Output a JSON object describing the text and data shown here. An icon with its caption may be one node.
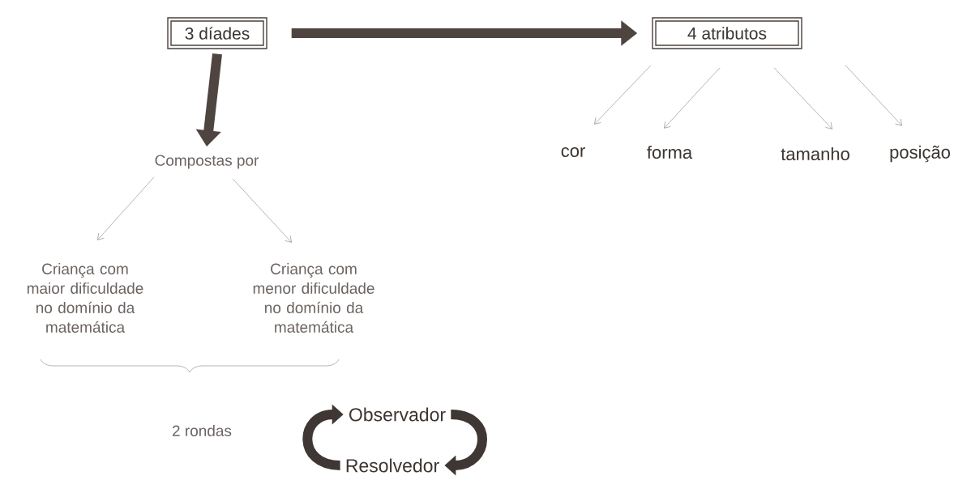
{
  "diagram": {
    "nodes": [
      {
        "text": [
          "3 díades"
        ]
      },
      {
        "text": [
          "4 atributos"
        ]
      },
      {
        "text": [
          "Compostas   por"
        ]
      },
      {
        "text": [
          "cor"
        ]
      },
      {
        "text": [
          "forma"
        ]
      },
      {
        "text": [
          "tamanho"
        ]
      },
      {
        "text": [
          "posição"
        ]
      },
      {
        "text": [
          "Criança com maior dificuldade no domínio da matemática"
        ]
      },
      {
        "text": [
          "Criança com menor dificuldade no domínio da matemática"
        ]
      },
      {
        "text": [
          "2 rondas"
        ]
      },
      {
        "text": [
          "Observador"
        ]
      },
      {
        "text": [
          "Resolvedor"
        ]
      }
    ],
    "edges": [
      {
        "from": 0,
        "to": 1,
        "arrow": "to",
        "style": "thick",
        "color": "#4f4540"
      },
      {
        "from": 0,
        "to": 2,
        "arrow": "to",
        "style": "thick",
        "color": "#4f4540"
      },
      {
        "from": 1,
        "to": 3,
        "arrow": "to"
      },
      {
        "from": 1,
        "to": 4,
        "arrow": "to"
      },
      {
        "from": 1,
        "to": 5,
        "arrow": "to"
      },
      {
        "from": 1,
        "to": 6,
        "arrow": "to"
      },
      {
        "from": 2,
        "to": 7,
        "arrow": "to"
      },
      {
        "from": 2,
        "to": 8,
        "arrow": "to"
      },
      {
        "from": 11,
        "to": 10,
        "arrow": "to",
        "style": "thick",
        "color": "#3f3733"
      },
      {
        "from": 10,
        "to": 11,
        "arrow": "to",
        "style": "thick",
        "color": "#3f3733"
      }
    ]
  }
}
